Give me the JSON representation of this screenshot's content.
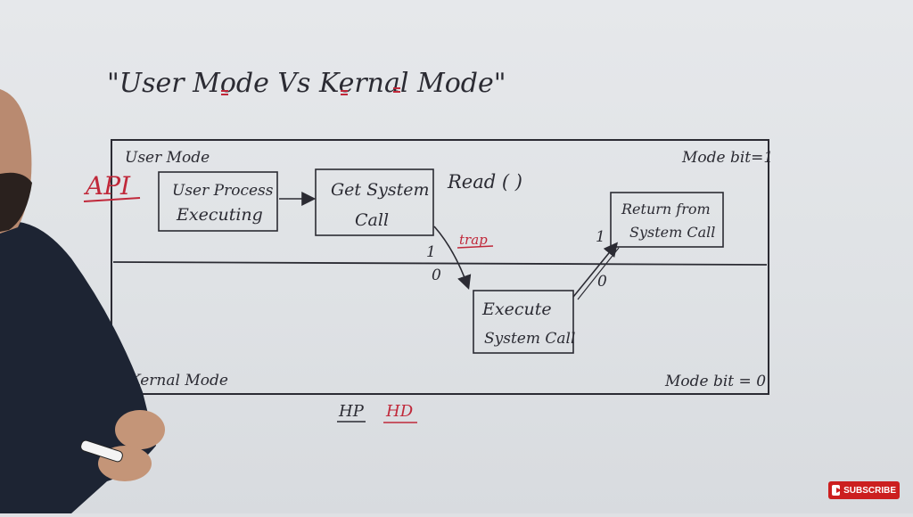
{
  "title": "\"User Mode Vs Kernal Mode\"",
  "diagram": {
    "user_mode_label": "User Mode",
    "kernel_mode_label": "Kernal Mode",
    "mode_bit_user": "Mode bit=1",
    "mode_bit_kernel": "Mode bit = 0",
    "api_label": "API",
    "read_label": "Read ( )",
    "trap_label": "trap",
    "nodes": {
      "user_process": [
        "User Process",
        "Executing"
      ],
      "get_system_call": [
        "Get System",
        "Call"
      ],
      "execute_system_call": [
        "Execute",
        "System Call"
      ],
      "return_system_call": [
        "Return from",
        "System Call"
      ]
    },
    "bit_labels": {
      "before_trap": "1",
      "after_trap": "0",
      "before_return": "0",
      "after_return": "1"
    },
    "bottom_labels": {
      "hp": "HP",
      "hd": "HD"
    }
  },
  "overlay": {
    "subscribe_label": "SUBSCRIBE"
  },
  "colors": {
    "ink": "#2b2b33",
    "red_ink": "#c0283a",
    "board": "#e3e5e8",
    "subscribe": "#cc1f1f"
  }
}
